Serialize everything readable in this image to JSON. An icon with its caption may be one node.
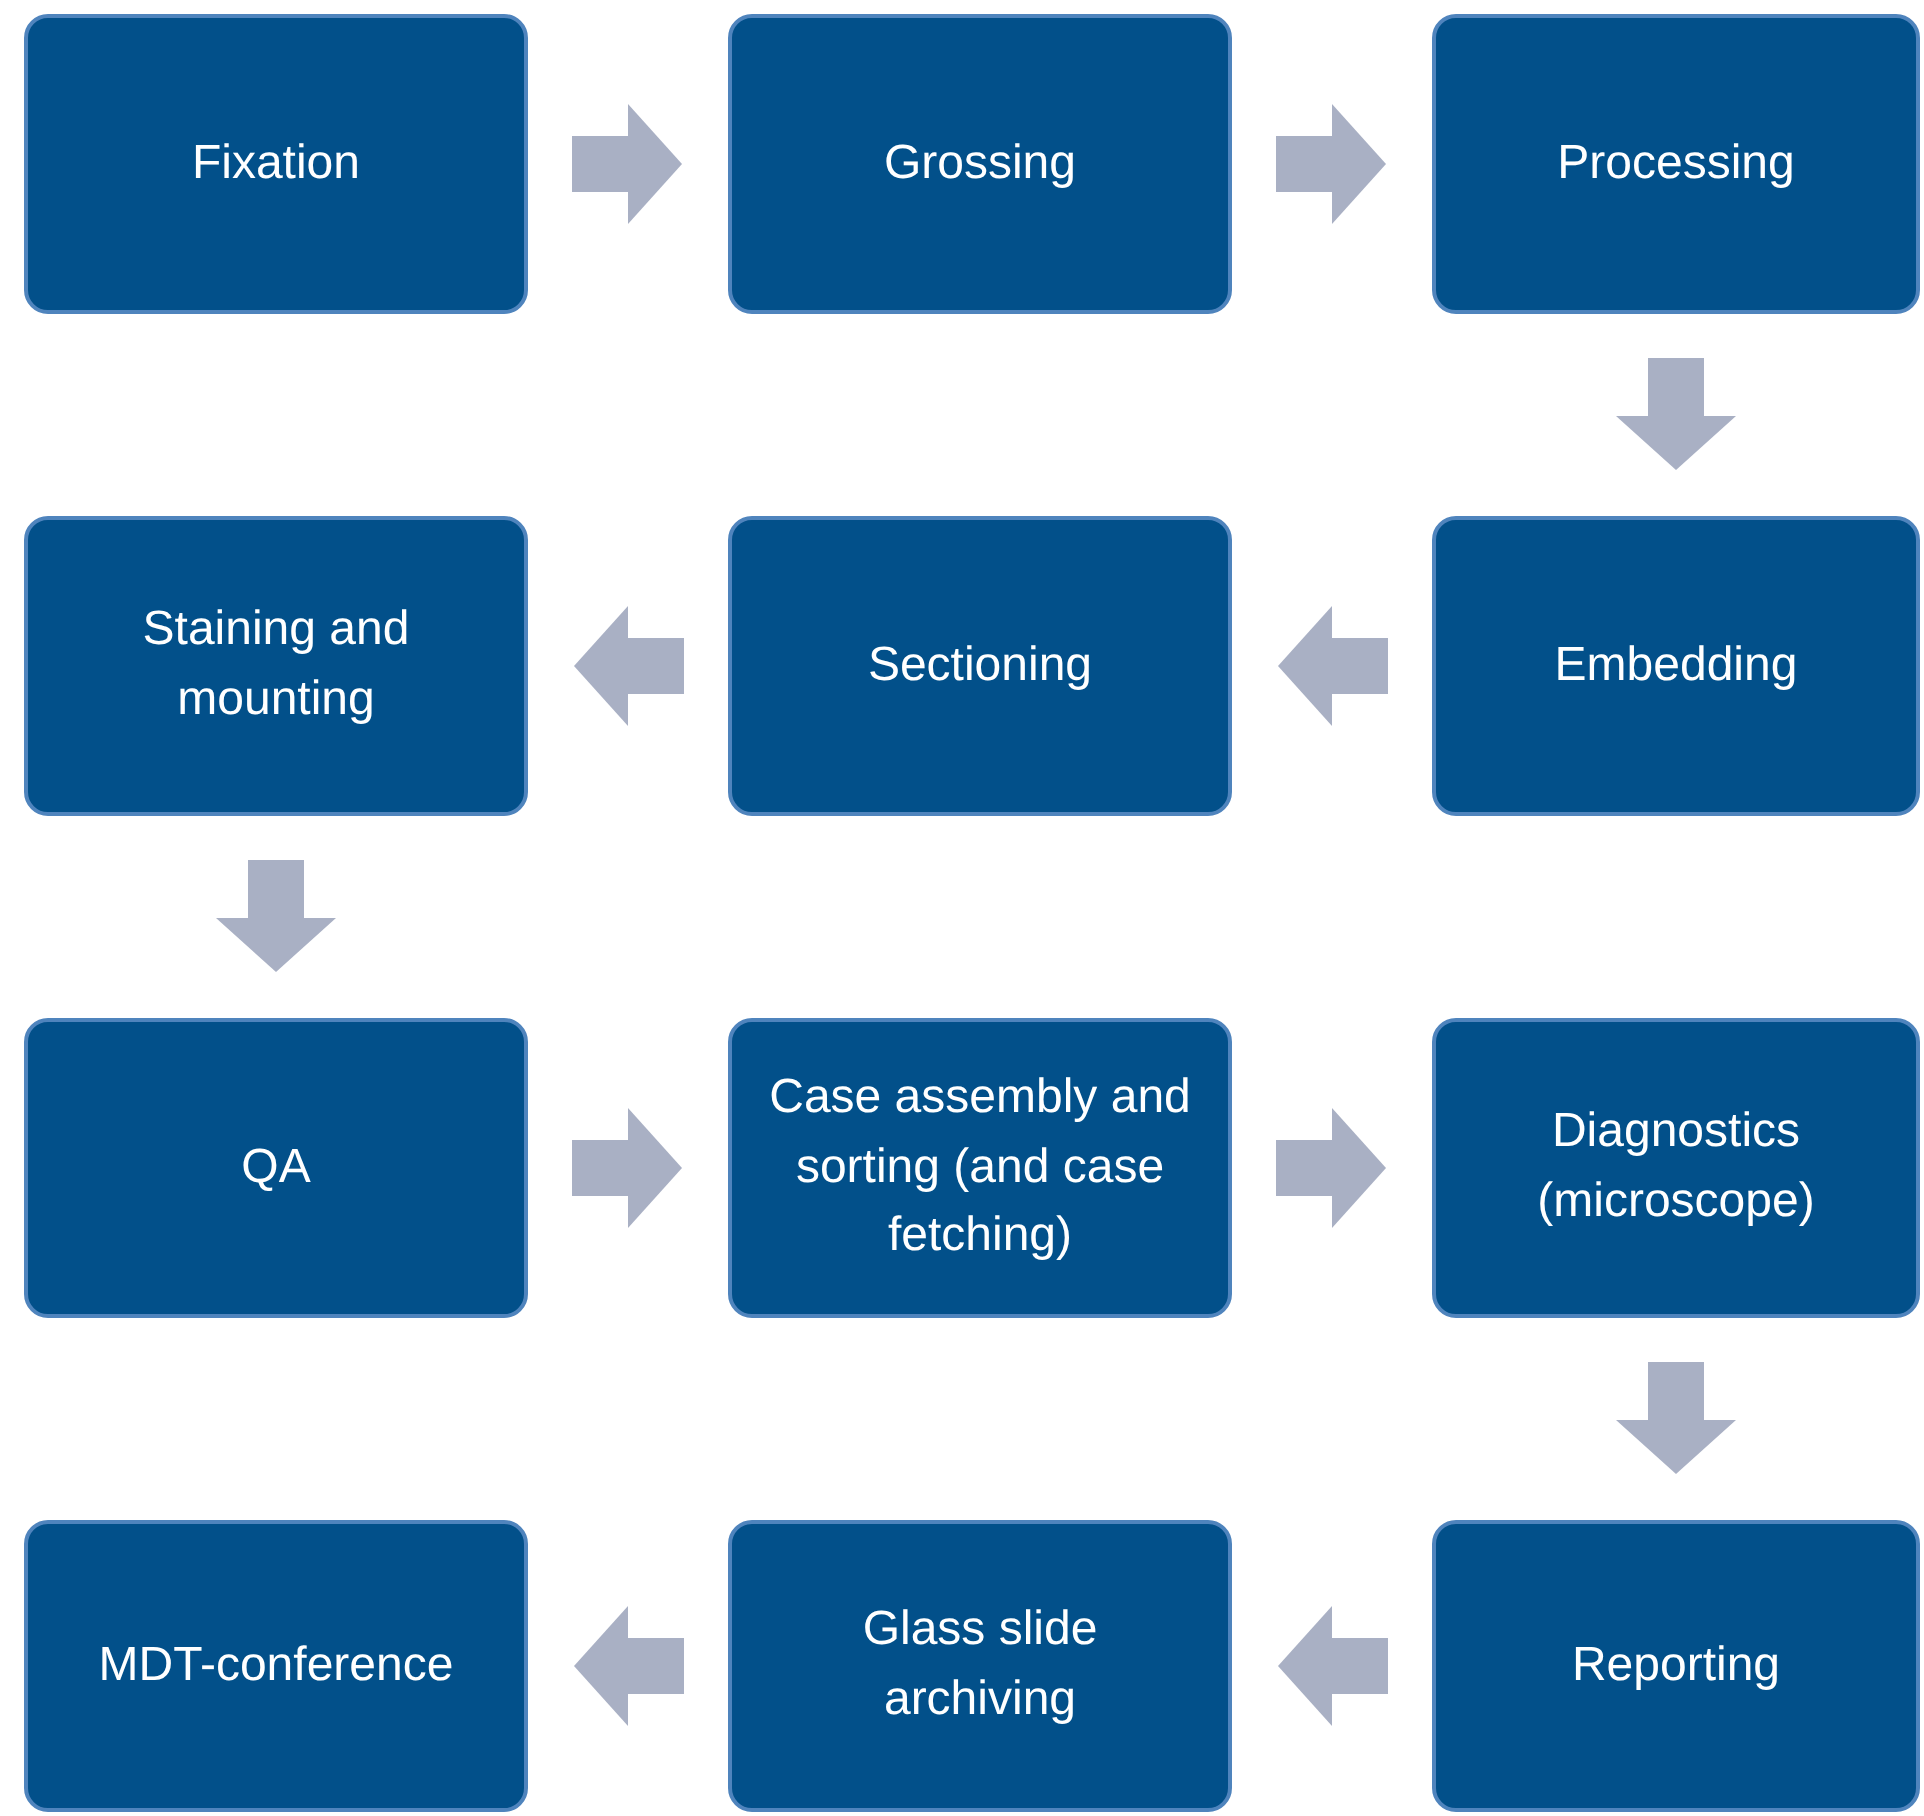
{
  "diagram": {
    "nodes": [
      {
        "text": [
          "Fixation"
        ]
      },
      {
        "text": [
          "Grossing"
        ]
      },
      {
        "text": [
          "Processing"
        ]
      },
      {
        "text": [
          "Embedding"
        ]
      },
      {
        "text": [
          "Sectioning"
        ]
      },
      {
        "text": [
          "Staining and mounting"
        ]
      },
      {
        "text": [
          "QA"
        ]
      },
      {
        "text": [
          "Case assembly and sorting (and case fetching)"
        ]
      },
      {
        "text": [
          "Diagnostics (microscope)"
        ]
      },
      {
        "text": [
          "Reporting"
        ]
      },
      {
        "text": [
          "Glass slide archiving"
        ]
      },
      {
        "text": [
          "MDT-conference"
        ]
      }
    ],
    "edges": [
      {
        "from": 0,
        "to": 1,
        "arrow": "to"
      },
      {
        "from": 1,
        "to": 2,
        "arrow": "to"
      },
      {
        "from": 2,
        "to": 3,
        "arrow": "to"
      },
      {
        "from": 3,
        "to": 4,
        "arrow": "to"
      },
      {
        "from": 4,
        "to": 5,
        "arrow": "to"
      },
      {
        "from": 5,
        "to": 6,
        "arrow": "to"
      },
      {
        "from": 6,
        "to": 7,
        "arrow": "to"
      },
      {
        "from": 7,
        "to": 8,
        "arrow": "to"
      },
      {
        "from": 8,
        "to": 9,
        "arrow": "to"
      },
      {
        "from": 9,
        "to": 10,
        "arrow": "to"
      },
      {
        "from": 10,
        "to": 11,
        "arrow": "to"
      }
    ]
  }
}
